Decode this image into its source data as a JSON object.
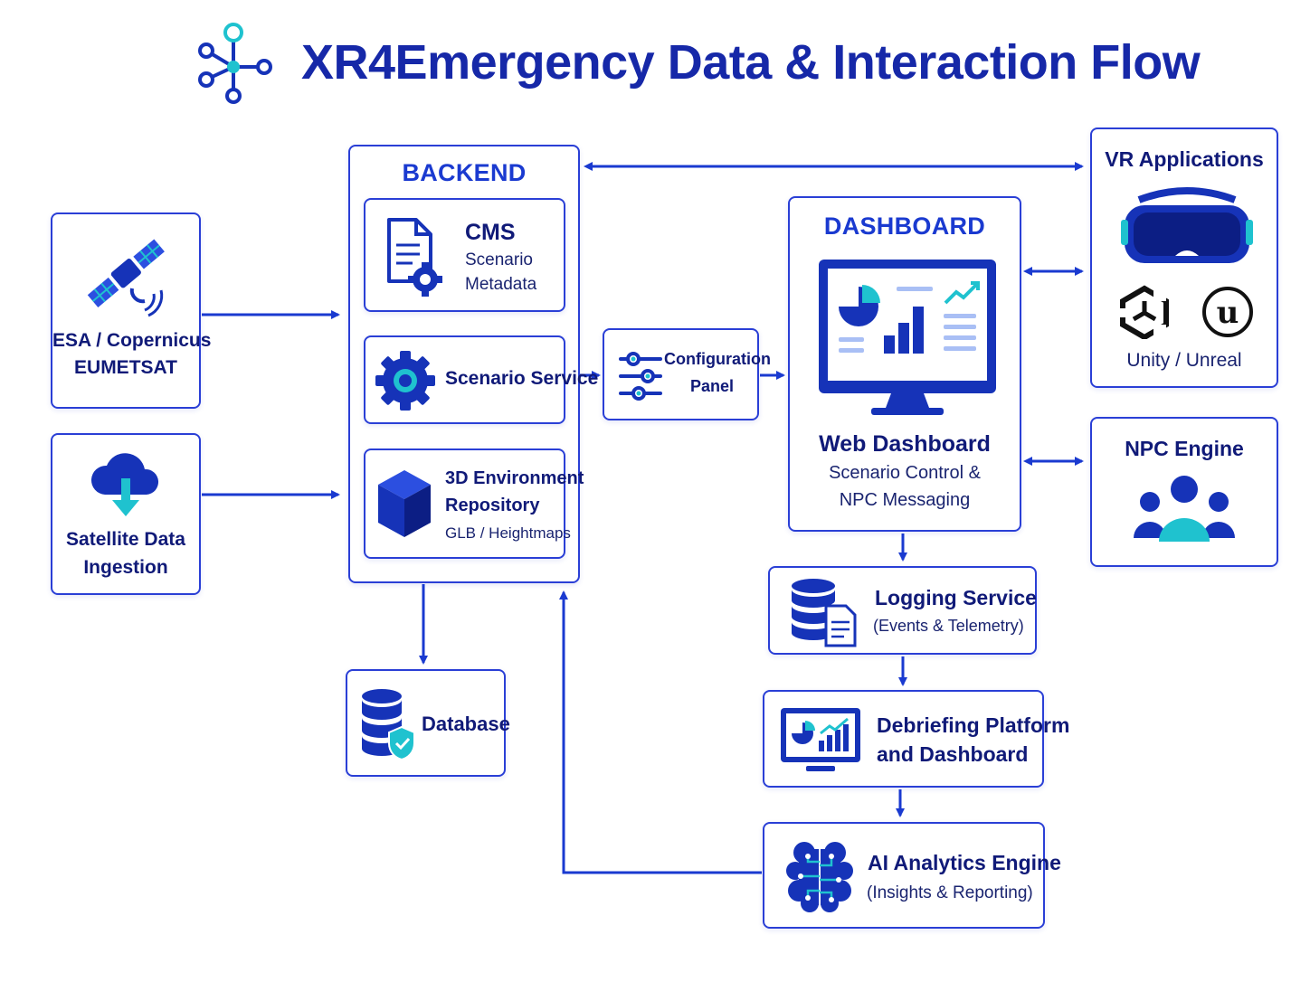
{
  "title": "XR4Emergency Data & Interaction Flow",
  "colors": {
    "primary": "#2a3fd6",
    "dark": "#101a78",
    "accent": "#1fc2cf",
    "icon_fill": "#1633b8"
  },
  "sources": {
    "esa": {
      "line1": "ESA / Copernicus",
      "line2": "EUMETSAT",
      "icon": "satellite-icon"
    },
    "satellite": {
      "line1": "Satellite Data",
      "line2": "Ingestion",
      "icon": "cloud-download-icon"
    }
  },
  "backend": {
    "title": "BACKEND",
    "cms": {
      "title": "CMS",
      "line1": "Scenario",
      "line2": "Metadata",
      "icon": "document-gear-icon"
    },
    "scenario_service": {
      "title": "Scenario Service",
      "icon": "gear-icon"
    },
    "env_repo": {
      "line1": "3D Environment",
      "line2": "Repository",
      "line3": "GLB / Heightmaps",
      "icon": "cube-icon"
    }
  },
  "config_panel": {
    "line1": "Configuration",
    "line2": "Panel",
    "icon": "sliders-icon"
  },
  "database": {
    "label": "Database",
    "icon": "database-shield-icon"
  },
  "dashboard": {
    "title": "DASHBOARD",
    "web_title": "Web Dashboard",
    "line1": "Scenario Control &",
    "line2": "NPC Messaging",
    "icon": "monitor-chart-icon"
  },
  "vr": {
    "title": "VR Applications",
    "engines": "Unity / Unreal",
    "icons": [
      "vr-headset-icon",
      "unity-icon",
      "unreal-icon"
    ]
  },
  "npc": {
    "title": "NPC Engine",
    "icon": "people-icon"
  },
  "logging": {
    "title": "Logging Service",
    "subtitle": "(Events & Telemetry)",
    "icon": "database-document-icon"
  },
  "debrief": {
    "line1": "Debriefing Platform",
    "line2": "and Dashboard",
    "icon": "monitor-analytics-icon"
  },
  "ai": {
    "title": "AI Analytics Engine",
    "subtitle": "(Insights & Reporting)",
    "icon": "brain-circuit-icon"
  }
}
